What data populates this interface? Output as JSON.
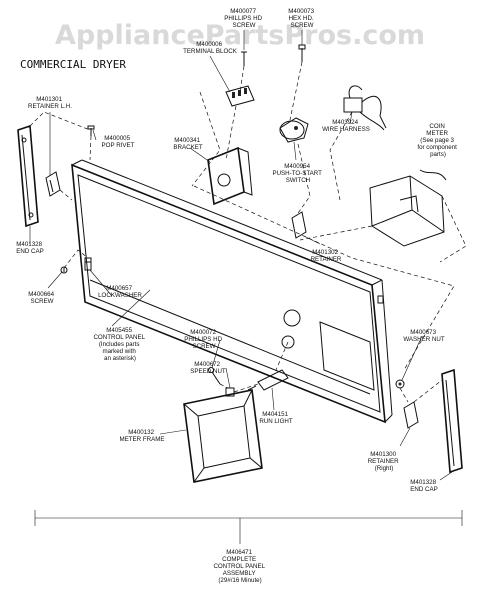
{
  "watermark": "AppliancePartsPros.com",
  "title": "COMMERCIAL DRYER",
  "labels": {
    "phillips_top": [
      "M400077",
      "PHILLIPS HD",
      "SCREW"
    ],
    "hex_top": [
      "M400073",
      "HEX HD.",
      "SCREW"
    ],
    "terminal_block": [
      "M400006",
      "TERMINAL BLOCK"
    ],
    "retainer_lh": [
      "M401301",
      "RETAINER L.H."
    ],
    "pop_rivet": [
      "M400005",
      "POP RIVET"
    ],
    "bracket": [
      "M400341",
      "BRACKET"
    ],
    "wire_harness": [
      "M403924",
      "WIRE HARNESS"
    ],
    "coin_meter": [
      "COIN",
      "METER",
      "(See page 3",
      "for component",
      "parts)"
    ],
    "push_to_start": [
      "M400954",
      "PUSH-TO-START",
      "SWITCH"
    ],
    "end_cap_left": [
      "M401328",
      "END CAP"
    ],
    "retainer_mid": [
      "M401302",
      "RETAINER"
    ],
    "screw_left": [
      "M400664",
      "SCREW"
    ],
    "lockwasher": [
      "M400657",
      "LOCKWASHER"
    ],
    "control_panel": [
      "M405455",
      "CONTROL PANEL",
      "(Includes parts",
      "marked with",
      "an asterisk)"
    ],
    "phillips_mid": [
      "M400072",
      "PHILLIPS HD",
      "SCREW"
    ],
    "washer_nut": [
      "M400673",
      "WASHER NUT"
    ],
    "speed_nut": [
      "M400672",
      "SPEED NUT"
    ],
    "run_light": [
      "M404151",
      "RUN LIGHT"
    ],
    "meter_frame": [
      "M400132",
      "METER FRAME"
    ],
    "retainer_right": [
      "M401300",
      "RETAINER",
      "(Right)"
    ],
    "end_cap_right": [
      "M401328",
      "END CAP"
    ],
    "assembly": [
      "M406471",
      "COMPLETE",
      "CONTROL PANEL",
      "ASSEMBLY",
      "(29#/16 Minute)"
    ]
  }
}
